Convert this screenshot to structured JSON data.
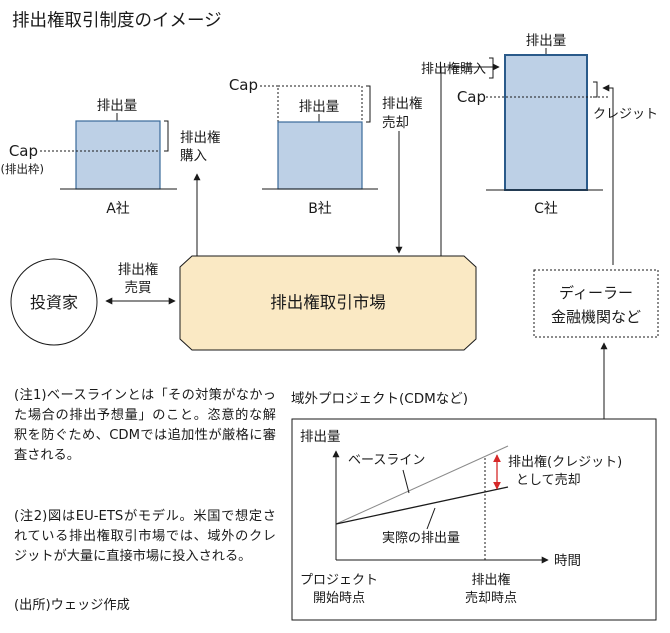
{
  "title": "排出権取引制度のイメージ",
  "company_a": {
    "name": "A社",
    "emissions_label": "排出量",
    "cap_label": "Cap",
    "cap_sub_label": "(排出枠)",
    "action_label_1": "排出権",
    "action_label_2": "購入"
  },
  "company_b": {
    "name": "B社",
    "emissions_label": "排出量",
    "cap_label": "Cap",
    "action_label_1": "排出権",
    "action_label_2": "売却"
  },
  "company_c": {
    "name": "C社",
    "emissions_label": "排出量",
    "cap_label": "Cap",
    "buy_label": "排出権購入",
    "credit_label": "クレジット"
  },
  "investor": {
    "label": "投資家",
    "trade_label_1": "排出権",
    "trade_label_2": "売買"
  },
  "market": {
    "label": "排出権取引市場"
  },
  "dealer": {
    "line1": "ディーラー",
    "line2": "金融機関など"
  },
  "cdm": {
    "title": "域外プロジェクト(CDMなど)",
    "y_axis_label": "排出量",
    "x_axis_label": "時間",
    "baseline_label": "ベースライン",
    "actual_label": "実際の排出量",
    "credit_label_1": "排出権(クレジット)",
    "credit_label_2": "として売却",
    "start_label_1": "プロジェクト",
    "start_label_2": "開始時点",
    "sale_label_1": "排出権",
    "sale_label_2": "売却時点"
  },
  "notes": {
    "note1": "(注1)ベースラインとは「その対策がなかった場合の排出予想量」のこと。恣意的な解釈を防ぐため、CDMでは追加性が厳格に審査される。",
    "note2": "(注2)図はEU-ETSがモデル。米国で想定されている排出権取引市場では、域外のクレジットが大量に直接市場に投入される。",
    "source": "(出所)ウェッジ作成"
  },
  "colors": {
    "box_fill": "#bdd0e6",
    "box_stroke": "#3a6a9a",
    "market_fill": "#fae9c4",
    "credit_arrow": "#d62828"
  }
}
